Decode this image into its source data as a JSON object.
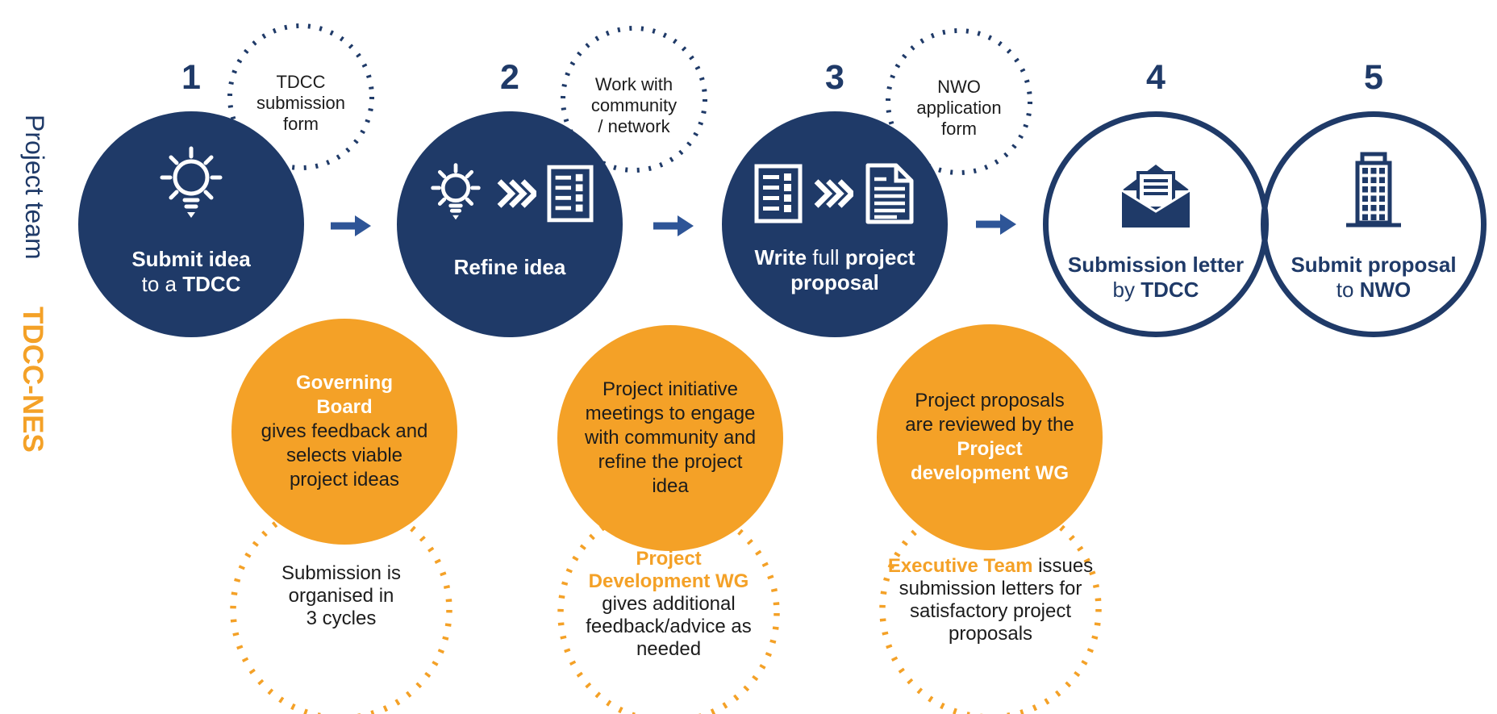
{
  "palette": {
    "navy": "#1f3a68",
    "arrow_blue": "#2e5597",
    "orange": "#f4a127",
    "ink": "#1c1c1c",
    "white": "#ffffff"
  },
  "lanes": {
    "top_label": "Project team",
    "bottom_label": "TDCC-NES"
  },
  "steps": [
    {
      "number": "1",
      "icons": [
        "lightbulb"
      ],
      "title_lines": [
        [
          {
            "t": "Submit idea",
            "s": "b"
          }
        ],
        [
          {
            "t": "to a ",
            "s": "r"
          },
          {
            "t": "TDCC",
            "s": "b"
          }
        ]
      ],
      "note_lines": [
        [
          {
            "t": "TDCC",
            "s": "d"
          }
        ],
        [
          {
            "t": "submission",
            "s": "d"
          }
        ],
        [
          {
            "t": "form",
            "s": "d"
          }
        ]
      ]
    },
    {
      "number": "2",
      "icons": [
        "lightbulb",
        "triple-chevron",
        "form"
      ],
      "title_lines": [
        [
          {
            "t": "Refine idea",
            "s": "b"
          }
        ]
      ],
      "note_lines": [
        [
          {
            "t": "Work with",
            "s": "d"
          }
        ],
        [
          {
            "t": "community",
            "s": "d"
          }
        ],
        [
          {
            "t": "/ network",
            "s": "d"
          }
        ]
      ]
    },
    {
      "number": "3",
      "icons": [
        "form",
        "triple-chevron",
        "document"
      ],
      "title_lines": [
        [
          {
            "t": "Write",
            "s": "b"
          },
          {
            "t": " full ",
            "s": "r"
          },
          {
            "t": "project",
            "s": "b"
          }
        ],
        [
          {
            "t": "proposal",
            "s": "b"
          }
        ]
      ],
      "note_lines": [
        [
          {
            "t": "NWO",
            "s": "d"
          }
        ],
        [
          {
            "t": "application",
            "s": "d"
          }
        ],
        [
          {
            "t": "form",
            "s": "d"
          }
        ]
      ]
    },
    {
      "number": "4",
      "icons": [
        "open-envelope-letter"
      ],
      "title_lines": [
        [
          {
            "t": "Submission letter",
            "s": "b"
          }
        ],
        [
          {
            "t": "by ",
            "s": "r"
          },
          {
            "t": "TDCC",
            "s": "b"
          }
        ]
      ]
    },
    {
      "number": "5",
      "icons": [
        "office-building"
      ],
      "title_lines": [
        [
          {
            "t": "Submit proposal",
            "s": "b"
          }
        ],
        [
          {
            "t": "to ",
            "s": "r"
          },
          {
            "t": "NWO",
            "s": "b"
          }
        ]
      ]
    }
  ],
  "board_circles": [
    {
      "lines": [
        [
          {
            "t": "Governing",
            "s": "w"
          }
        ],
        [
          {
            "t": "Board",
            "s": "w"
          }
        ],
        [
          {
            "t": "gives feedback and",
            "s": "d"
          }
        ],
        [
          {
            "t": "selects viable",
            "s": "d"
          }
        ],
        [
          {
            "t": "project ideas",
            "s": "d"
          }
        ]
      ]
    },
    {
      "lines": [
        [
          {
            "t": "Project initiative",
            "s": "d"
          }
        ],
        [
          {
            "t": "meetings to engage",
            "s": "d"
          }
        ],
        [
          {
            "t": "with community and",
            "s": "d"
          }
        ],
        [
          {
            "t": "refine the project",
            "s": "d"
          }
        ],
        [
          {
            "t": "idea",
            "s": "d"
          }
        ]
      ]
    },
    {
      "lines": [
        [
          {
            "t": "Project proposals",
            "s": "d"
          }
        ],
        [
          {
            "t": "are reviewed by the",
            "s": "d"
          }
        ],
        [
          {
            "t": "Project",
            "s": "w"
          }
        ],
        [
          {
            "t": "development WG",
            "s": "w"
          }
        ]
      ]
    }
  ],
  "board_notes": [
    {
      "lines": [
        [
          {
            "t": "Submission is",
            "s": "d"
          }
        ],
        [
          {
            "t": "organised in",
            "s": "d"
          }
        ],
        [
          {
            "t": "3 cycles",
            "s": "d"
          }
        ]
      ]
    },
    {
      "lines": [
        [
          {
            "t": "Project",
            "s": "o"
          }
        ],
        [
          {
            "t": "Development WG",
            "s": "o"
          }
        ],
        [
          {
            "t": "gives additional",
            "s": "d"
          }
        ],
        [
          {
            "t": "feedback/advice as",
            "s": "d"
          }
        ],
        [
          {
            "t": "needed",
            "s": "d"
          }
        ]
      ]
    },
    {
      "lines": [
        [
          {
            "t": "Executive Team",
            "s": "o"
          },
          {
            "t": " issues",
            "s": "d"
          }
        ],
        [
          {
            "t": "submission letters for",
            "s": "d"
          }
        ],
        [
          {
            "t": "satisfactory project",
            "s": "d"
          }
        ],
        [
          {
            "t": "proposals",
            "s": "d"
          }
        ]
      ]
    }
  ]
}
